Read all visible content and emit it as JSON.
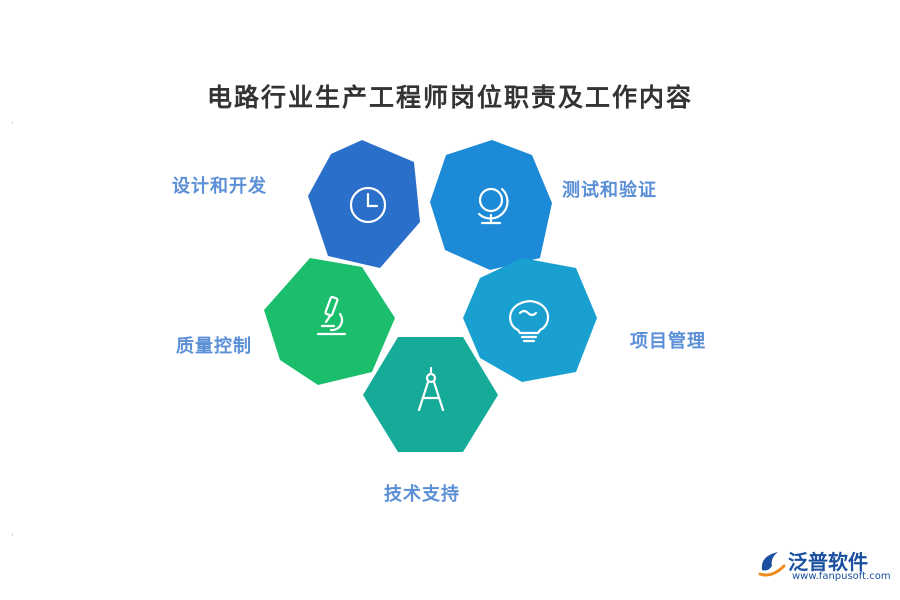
{
  "title": "电路行业生产工程师岗位职责及工作内容",
  "nodes": [
    {
      "label": "设计和开发",
      "icon": "clock-icon",
      "color": "#2a6fc9"
    },
    {
      "label": "测试和验证",
      "icon": "globe-icon",
      "color": "#1d8ad7"
    },
    {
      "label": "项目管理",
      "icon": "lightbulb-icon",
      "color": "#1aa0d0"
    },
    {
      "label": "技术支持",
      "icon": "compass-icon",
      "color": "#16aa98"
    },
    {
      "label": "质量控制",
      "icon": "microscope-icon",
      "color": "#1bbe6c"
    }
  ],
  "logo": {
    "name": "泛普软件",
    "url": "www.fanpusoft.com"
  }
}
